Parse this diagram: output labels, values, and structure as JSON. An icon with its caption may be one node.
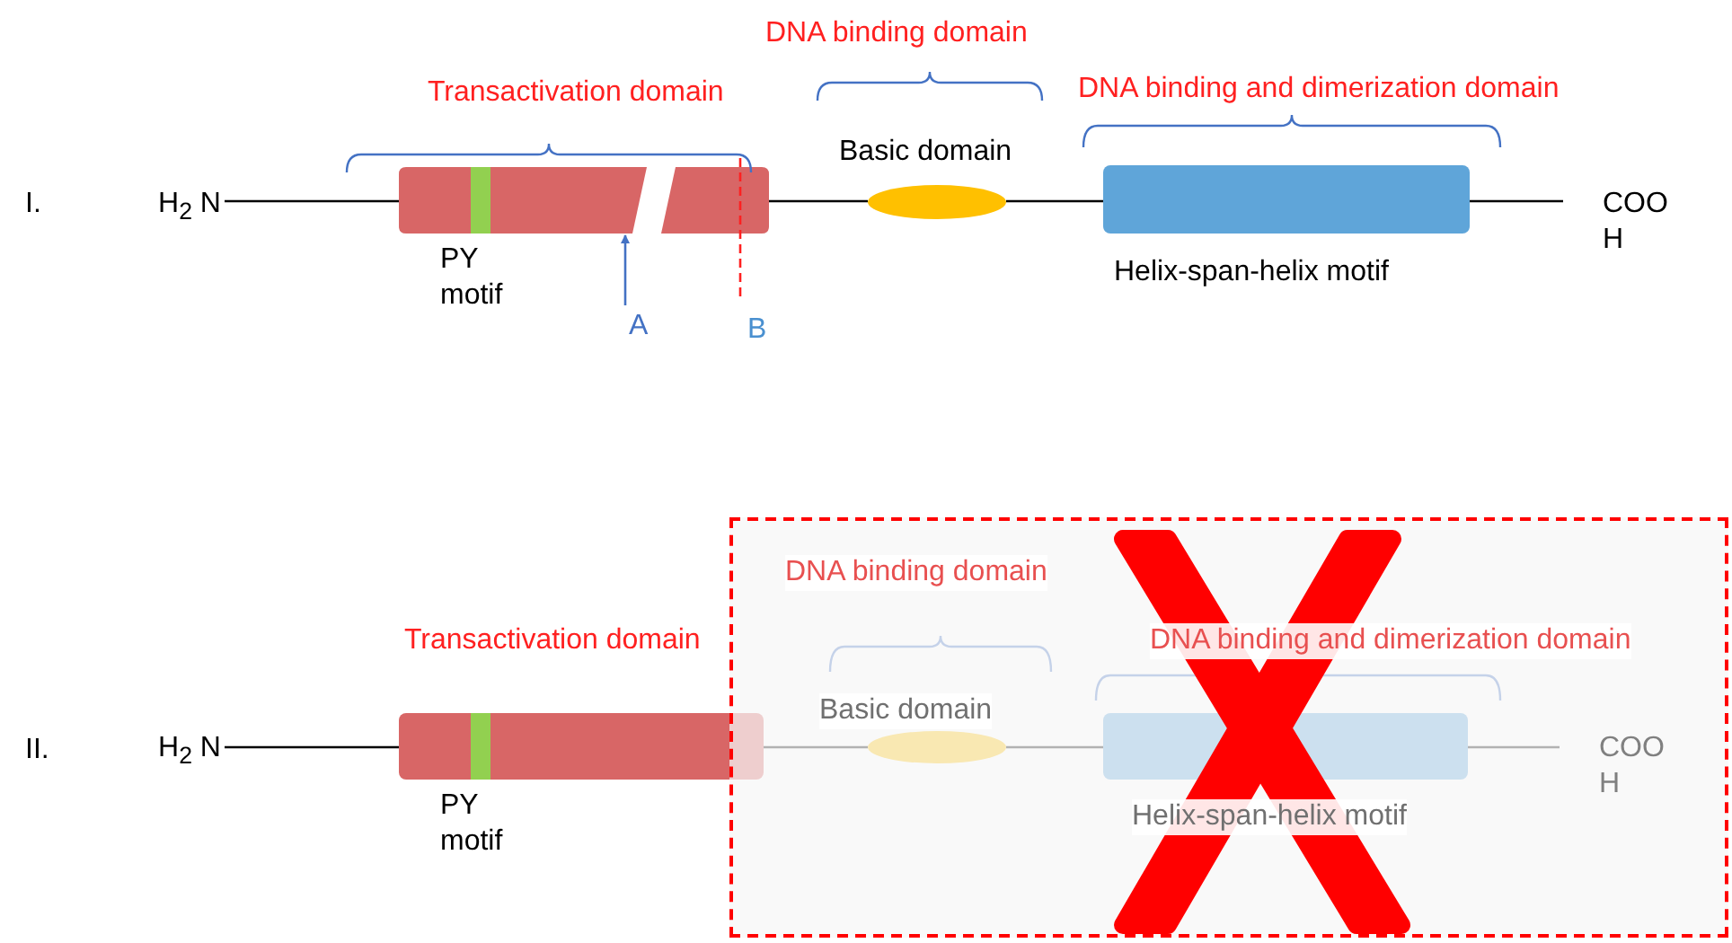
{
  "diagram": {
    "nodes": [
      {
        "text": [
          "H$_{2}$ N"
        ]
      },
      {
        "text": [],
        "shape": "bar",
        "beside": [
          "PY motif"
        ]
      },
      {
        "text": [],
        "shape": "ellipse",
        "beside": [
          "Basic domain"
        ]
      },
      {
        "text": [],
        "shape": "bar",
        "beside": [
          "Helix-span-helix motif"
        ]
      },
      {
        "text": [
          "COO H"
        ]
      },
      {
        "text": [
          "A"
        ]
      },
      {
        "text": [
          "H$_{2}$ N"
        ]
      },
      {
        "text": [],
        "shape": "bar",
        "beside": [
          "PY motif"
        ]
      },
      {
        "text": [],
        "shape": "ellipse",
        "beside": [
          "Basic domain"
        ]
      },
      {
        "text": [],
        "shape": "bar",
        "beside": [
          "Helix-span-helix motif"
        ]
      },
      {
        "text": [
          "COO H"
        ]
      }
    ],
    "edges": [
      {
        "from": 0,
        "to": 1,
        "arrow": "none"
      },
      {
        "from": 1,
        "to": 2,
        "arrow": "none"
      },
      {
        "from": 2,
        "to": 3,
        "arrow": "none"
      },
      {
        "from": 3,
        "to": 4,
        "arrow": "none"
      },
      {
        "from": 5,
        "to": 1,
        "arrow": "to",
        "color": "#4472c4"
      },
      {
        "from": 6,
        "to": 7,
        "arrow": "none"
      },
      {
        "from": 7,
        "to": 8,
        "arrow": "none"
      },
      {
        "from": 8,
        "to": 9,
        "arrow": "none"
      },
      {
        "from": 9,
        "to": 10,
        "arrow": "none"
      }
    ],
    "labels": [
      "I.",
      "Transactivation domain",
      "DNA binding domain",
      "DNA binding and dimerization domain",
      "B",
      "II.",
      "Transactivation domain",
      "DNA binding domain",
      "DNA binding and dimerization domain"
    ]
  }
}
